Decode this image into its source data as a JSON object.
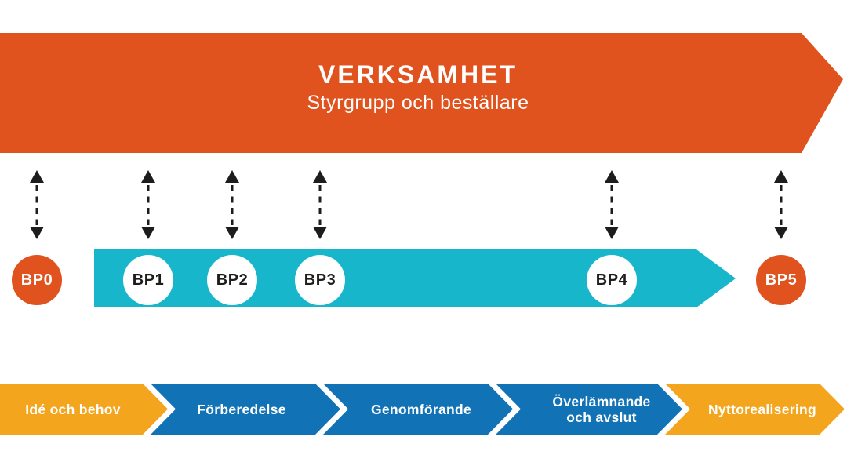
{
  "banner": {
    "title": "VERKSAMHET",
    "subtitle": "Styrgrupp och beställare"
  },
  "milestones": [
    {
      "label": "BP0",
      "placement": "outside-band"
    },
    {
      "label": "BP1",
      "placement": "on-band"
    },
    {
      "label": "BP2",
      "placement": "on-band"
    },
    {
      "label": "BP3",
      "placement": "on-band"
    },
    {
      "label": "BP4",
      "placement": "on-band"
    },
    {
      "label": "BP5",
      "placement": "outside-band"
    }
  ],
  "phases": [
    {
      "label": "Idé och behov",
      "color": "#F3A51D"
    },
    {
      "label": "Förberedelse",
      "color": "#1272B6"
    },
    {
      "label": "Genomförande",
      "color": "#1272B6"
    },
    {
      "label": "Överlämnande och avslut",
      "color": "#1272B6"
    },
    {
      "label": "Nyttorealisering",
      "color": "#F3A51D"
    }
  ],
  "colors": {
    "orange": "#E0521E",
    "cyan": "#18B6CB",
    "blue": "#1272B6",
    "gold": "#F3A51D",
    "ink": "#1D1D1B",
    "white": "#FFFFFF"
  }
}
